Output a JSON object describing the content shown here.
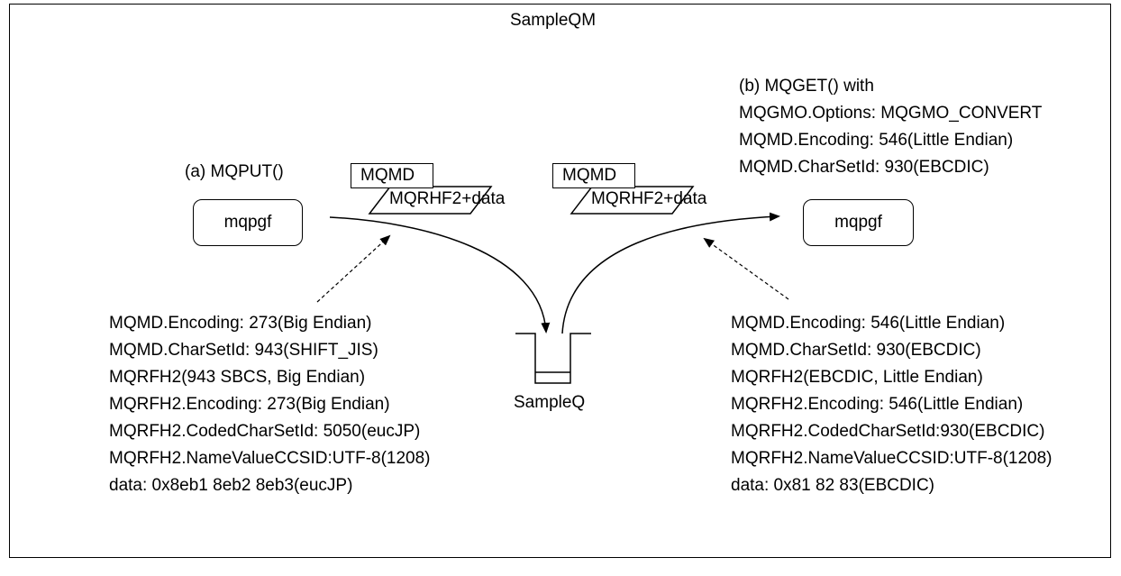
{
  "title": "SampleQM",
  "put": {
    "label": "(a) MQPUT()",
    "program": "mqpgf",
    "msg_header": "MQMD",
    "msg_body": "MQRHF2+data",
    "details": [
      "MQMD.Encoding: 273(Big Endian)",
      "MQMD.CharSetId: 943(SHIFT_JIS)",
      "MQRFH2(943 SBCS, Big Endian)",
      "MQRFH2.Encoding: 273(Big Endian)",
      "MQRFH2.CodedCharSetId: 5050(eucJP)",
      "MQRFH2.NameValueCCSID:UTF-8(1208)",
      "data: 0x8eb1 8eb2 8eb3(eucJP)"
    ]
  },
  "get": {
    "label_lines": [
      "(b) MQGET() with",
      "MQGMO.Options: MQGMO_CONVERT",
      "MQMD.Encoding: 546(Little Endian)",
      "MQMD.CharSetId: 930(EBCDIC)"
    ],
    "program": "mqpgf",
    "msg_header": "MQMD",
    "msg_body": "MQRHF2+data",
    "details": [
      "MQMD.Encoding: 546(Little Endian)",
      "MQMD.CharSetId: 930(EBCDIC)",
      "MQRFH2(EBCDIC, Little Endian)",
      "MQRFH2.Encoding: 546(Little Endian)",
      "MQRFH2.CodedCharSetId:930(EBCDIC)",
      "MQRFH2.NameValueCCSID:UTF-8(1208)",
      "data: 0x81 82 83(EBCDIC)"
    ]
  },
  "queue": {
    "name": "SampleQ"
  }
}
